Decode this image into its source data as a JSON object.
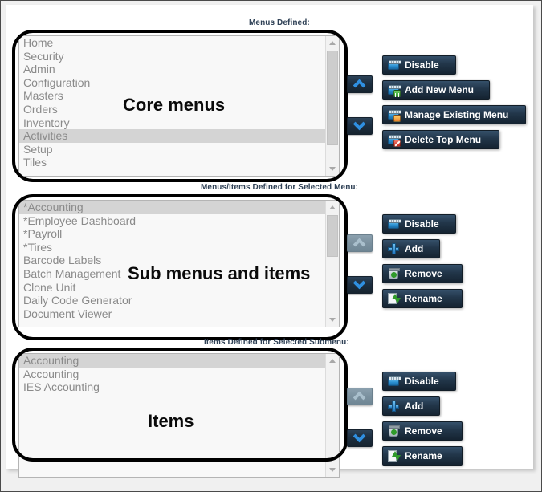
{
  "captions": {
    "menus_defined": "Menus Defined:",
    "submenus_defined": "Menus/Items Defined for Selected Menu:",
    "items_defined": "Items Defined for Selected Submenu:"
  },
  "annotations": {
    "core": "Core menus",
    "sub": "Sub menus and items",
    "items": "Items"
  },
  "colors": {
    "button_navy": "#22374b",
    "chevron_blue": "#2f8fe0",
    "caption_text": "#2f4156",
    "list_text": "#8a8a8a",
    "selection": "#d4d4d4"
  },
  "lists": {
    "core_menus": {
      "items": [
        {
          "label": "Home",
          "selected": false
        },
        {
          "label": "Security",
          "selected": false
        },
        {
          "label": "Admin",
          "selected": false
        },
        {
          "label": "Configuration",
          "selected": false
        },
        {
          "label": "Masters",
          "selected": false
        },
        {
          "label": "Orders",
          "selected": false
        },
        {
          "label": "Inventory",
          "selected": false
        },
        {
          "label": "Activities",
          "selected": true
        },
        {
          "label": "Setup",
          "selected": false
        },
        {
          "label": "Tiles",
          "selected": false
        }
      ]
    },
    "sub_menus": {
      "items": [
        {
          "label": "*Accounting",
          "selected": true
        },
        {
          "label": "*Employee Dashboard",
          "selected": false
        },
        {
          "label": "*Payroll",
          "selected": false
        },
        {
          "label": "*Tires",
          "selected": false
        },
        {
          "label": "Barcode Labels",
          "selected": false
        },
        {
          "label": "Batch Management",
          "selected": false
        },
        {
          "label": "Clone Unit",
          "selected": false
        },
        {
          "label": "Daily Code Generator",
          "selected": false
        },
        {
          "label": "Document Viewer",
          "selected": false
        }
      ]
    },
    "items_list": {
      "items": [
        {
          "label": "Accounting",
          "selected": true
        },
        {
          "label": "Accounting",
          "selected": false
        },
        {
          "label": "IES Accounting",
          "selected": false
        }
      ]
    }
  },
  "buttons": {
    "section1": [
      {
        "label": "Disable",
        "icon": "card-icon",
        "width": 92
      },
      {
        "label": "Add New Menu",
        "icon": "card-add-icon",
        "width": 134
      },
      {
        "label": "Manage Existing Menu",
        "icon": "card-manage-icon",
        "width": 179
      },
      {
        "label": "Delete Top Menu",
        "icon": "card-delete-icon",
        "width": 146
      }
    ],
    "section2": [
      {
        "label": "Disable",
        "icon": "card-icon",
        "width": 92
      },
      {
        "label": "Add",
        "icon": "plus-icon",
        "width": 72
      },
      {
        "label": "Remove",
        "icon": "trash-icon",
        "width": 100
      },
      {
        "label": "Rename",
        "icon": "rename-icon",
        "width": 100
      }
    ],
    "section3": [
      {
        "label": "Disable",
        "icon": "card-icon",
        "width": 92
      },
      {
        "label": "Add",
        "icon": "plus-icon",
        "width": 72
      },
      {
        "label": "Remove",
        "icon": "trash-icon",
        "width": 100
      },
      {
        "label": "Rename",
        "icon": "rename-icon",
        "width": 100
      }
    ]
  },
  "nudge": {
    "up_label": "move-up",
    "down_label": "move-down"
  }
}
